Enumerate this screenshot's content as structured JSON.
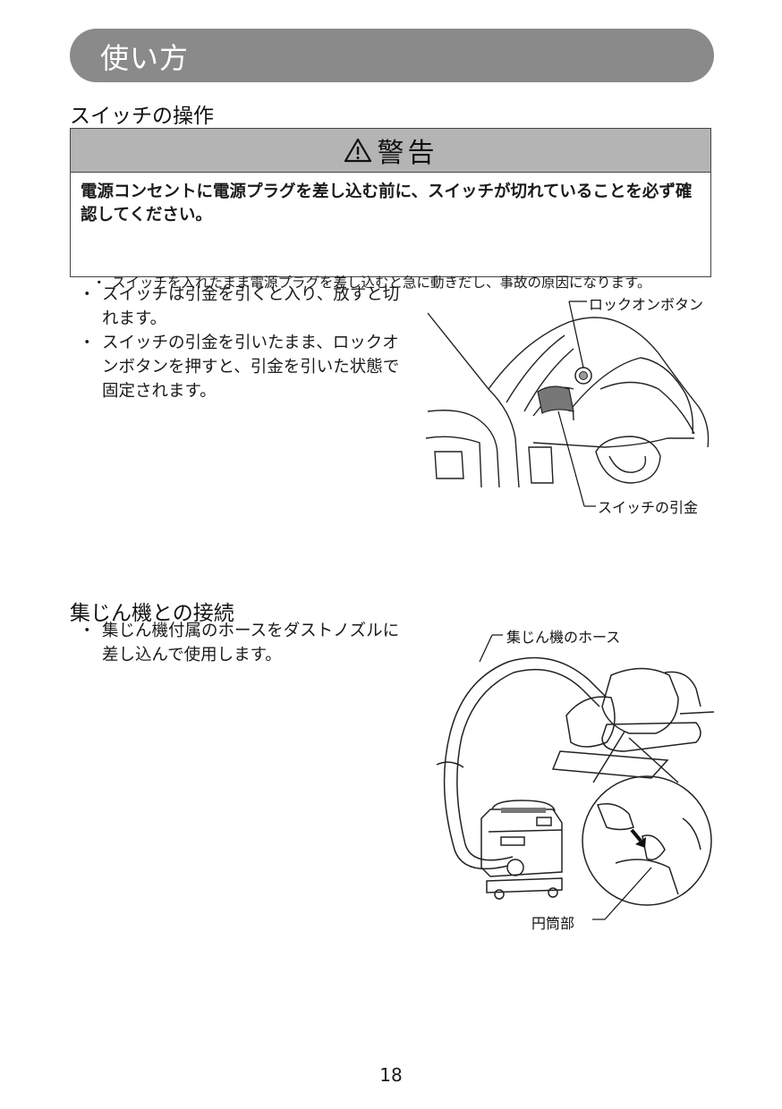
{
  "header": {
    "title": "使い方"
  },
  "section1": {
    "heading": "スイッチの操作",
    "warning": {
      "title": "警告",
      "strong": "電源コンセントに電源プラグを差し込む前に、スイッチが切れていることを必ず確認してください。",
      "note": "スイッチを入れたまま電源プラグを差し込むと急に動きだし、事故の原因になります。"
    },
    "bullets": [
      "スイッチは引金を引くと入り、放すと切れます。",
      "スイッチの引金を引いたまま、ロックオンボタンを押すと、引金を引いた状態で固定されます。"
    ],
    "callouts": {
      "lock_button": "ロックオンボタン",
      "trigger": "スイッチの引金"
    }
  },
  "section2": {
    "heading": "集じん機との接続",
    "bullets": [
      "集じん機付属のホースをダストノズルに差し込んで使用します。"
    ],
    "callouts": {
      "hose": "集じん機のホース",
      "cylinder": "円筒部"
    }
  },
  "page_number": "18",
  "icons": {
    "warning": "warning-triangle-icon"
  },
  "colors": {
    "banner": "#8a8a8a",
    "warning_header": "#b4b4b4"
  }
}
